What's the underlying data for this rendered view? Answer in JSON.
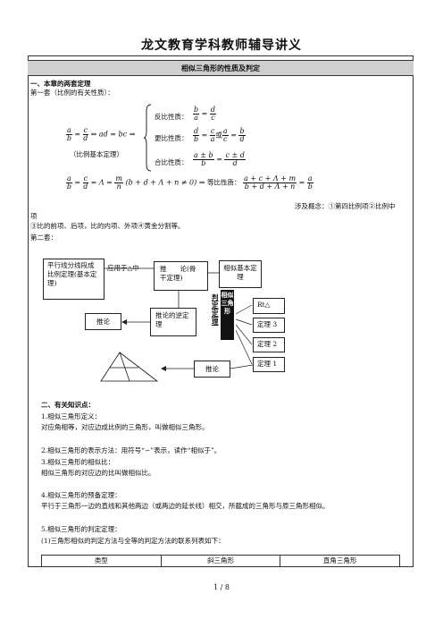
{
  "header": {
    "title": "龙文教育学科教师辅导讲义"
  },
  "topic": {
    "title": "相似三角形的性质及判定"
  },
  "section1": {
    "heading": "一、本章的两套定理",
    "set1_label": "第一套（比例的有关性质）：",
    "reverse_label": "反比性质：",
    "change_label": "更比性质：",
    "change_or": "或",
    "compose_label": "合比性质：",
    "basic_theorem": "（比例基本定理）",
    "iff": "⇔",
    "implies": "⇒",
    "equal_ratio_label": "等比性质：",
    "equal_ratio_cond": "(b + d + Λ + n ≠ 0)",
    "involves": "涉及概念：①第四比例项②比例中",
    "involves2": "项",
    "involves3": "③比的前项、后项，比的内项、外项④黄金分割等。",
    "set2_label": "第二套："
  },
  "diagram": {
    "parallel": "平行线分线段成比例定理(基本定理)",
    "apply": "应用于△中",
    "corollary": "推　　论(骨干定理)",
    "basic_similar": "相似基本定理",
    "inverse": "推论的逆定理",
    "inference_left": "推论",
    "inference_bottom": "推论",
    "judge_theorem": "判定定理",
    "similar_tri": "相似三角形",
    "rt": "Rt△",
    "thm3": "定理 3",
    "thm2": "定理 2",
    "thm1": "定理 1"
  },
  "section2": {
    "heading": "二、有关知识点：",
    "p1_title": "1.相似三角形定义：",
    "p1_text": "对应角相等，对应边成比例的三角形，叫做相似三角形。",
    "p2_text": "2.相似三角形的表示方法：用符号“∽”表示，读作“相似于”。",
    "p3_title": "3.相似三角形的相似比：",
    "p3_text": "相似三角形的对应边的比叫做相似比。",
    "p4_title": "4.相似三角形的预备定理：",
    "p4_text": "平行于三角形一边的直线和其他两边（或两边的延长线）相交，所截成的三角形与原三角形相似。",
    "p5_title": "5.相似三角形的判定定理：",
    "p5_text": "(1)三角形相似的判定方法与全等的判定方法的联系列表如下："
  },
  "table": {
    "headers": [
      "类型",
      "斜三角形",
      "直角三角形"
    ]
  },
  "footer": {
    "page": "1 / 8"
  }
}
